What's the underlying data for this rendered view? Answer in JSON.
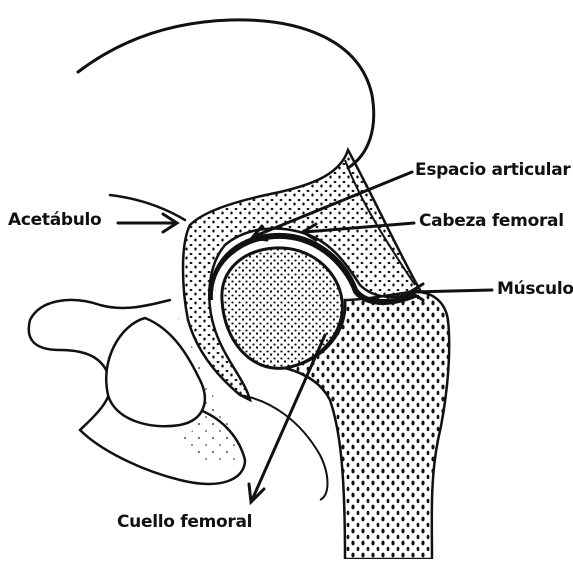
{
  "labels": {
    "acetabulo": "Acetábulo",
    "espacio_articular": "Espacio articular",
    "cabeza_femoral": "Cabeza femoral",
    "musculo": "Músculo",
    "cuello_femoral": "Cuello femoral"
  },
  "colors": {
    "ink": "#111111",
    "background": "#ffffff"
  }
}
